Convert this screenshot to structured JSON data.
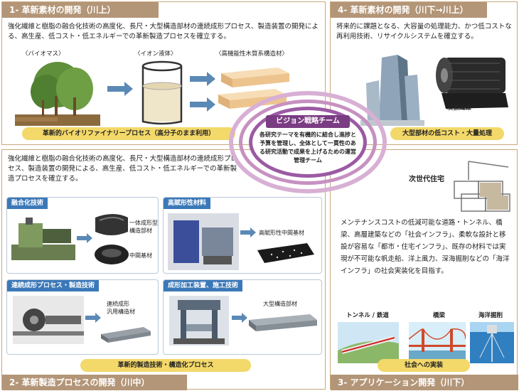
{
  "panel1": {
    "title": "1- 革新素材の開発（川上）",
    "text": "強化繊維と樹脂の融合化技術の高度化、長尺・大型構造部材の連続成形プロセス、製造装置の開発による、高生産、低コスト・低エネルギーでの革新製造プロセスを確立する。",
    "labels": [
      "〈バイオマス〉",
      "〈イオン液体〉",
      "〈高機能性木質系構造材〉"
    ],
    "band": "革新的バイオリファイナリープロセス（高分子のまま利用）"
  },
  "panel4": {
    "title": "4- 革新素材の開発（川下→川上）",
    "text": "将来的に課題となる、大容量の処理能力、かつ低コストな再利用技術、リサイクルシステムを確立する。",
    "carbon_label": "炭素繊維",
    "band": "大型部材の低コスト・大量処理"
  },
  "center": {
    "title": "ビジョン戦略チーム",
    "text": "各研究テーマを有機的に結合し進捗と予算を管理し、全体として一貫性のある研究活動で成果を上げるための運営管理チーム"
  },
  "panel2": {
    "title": "2- 革新製造プロセスの開発（川中）",
    "text": "強化繊維と樹脂の融合化技術の高度化、長尺・大型構造部材の連続成形プロセス、製造装置の開発による、高生産、低コスト・低エネルギーでの革新製造プロセスを確立する。",
    "boxes": [
      {
        "title": "融合化技術",
        "labels": [
          "一体成形型\n構造部材",
          "中間基材"
        ]
      },
      {
        "title": "高賦形性材料",
        "labels": [
          "高賦形性中間基材"
        ]
      },
      {
        "title": "連続成形プロセス・製造技術",
        "labels": [
          "連続成形\n汎用構造材"
        ]
      },
      {
        "title": "成形加工装置、施工技術",
        "labels": [
          "大型構造部材"
        ]
      }
    ],
    "band": "革新的製造技術・構造化プロセス"
  },
  "panel3": {
    "title": "3- アプリケーション開発（川下）",
    "house_label": "次世代住宅",
    "text": "メンテナンスコストの低減可能な道路・トンネル、橋梁、高層建築などの「社会インフラ」、柔軟な設計と移設が容易な「都市・住宅インフラ」、既存の材料では実現が不可能な帆走船、洋上風力、深海掘削などの「海洋インフラ」の社会実装化を目指す。",
    "app_labels": [
      "トンネル / 鉄道",
      "橋梁",
      "海洋掘削"
    ],
    "band": "社会への実装"
  },
  "colors": {
    "title_bg": "#b39577",
    "band": "#f3d86a",
    "ring": "#b57ab0",
    "center_header": "#7a3c82",
    "sub_header": "#3b78b8"
  }
}
